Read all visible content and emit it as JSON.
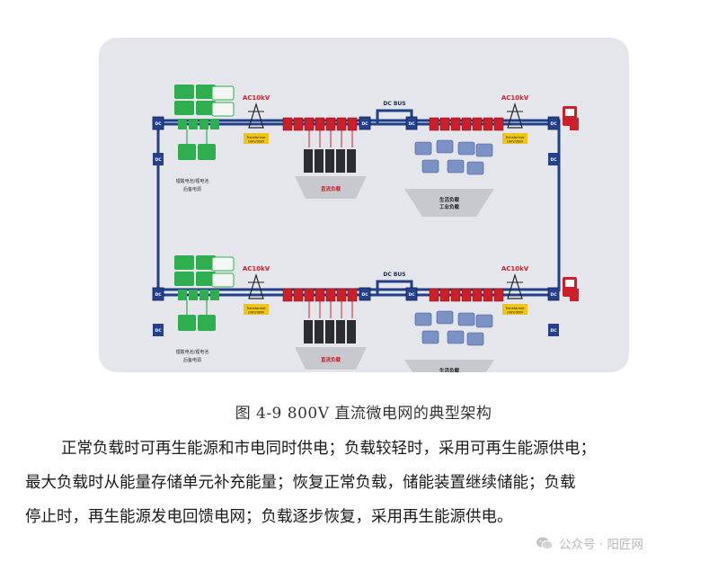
{
  "diagram": {
    "ac_label": "AC10kV",
    "dc_bus_label": "DC BUS",
    "dc_box_label": "DC",
    "transformer_label": "Transformer",
    "transformer_sub": "10KV/380V",
    "storage_label_line1": "锂酸电池/锂电池",
    "storage_label_line2": "后备电源",
    "datacenter_label": "直流负载",
    "industrial_label_line1": "生活负载",
    "industrial_label_line2": "工业负载"
  },
  "caption": "图 4-9 800V 直流微电网的典型架构",
  "paragraph": {
    "line1": "正常负载时可再生能源和市电同时供电；负载较轻时，采用可再生能源供电；",
    "line2": "最大负载时从能量存储单元补充能量；恢复正常负载，储能装置继续储能；负载",
    "line3": "停止时，再生能源发电回馈电网；负载逐步恢复，采用再生能源供电。"
  },
  "watermark": {
    "text": "公众号 · 阳匠网"
  },
  "colors": {
    "bus": "#1f3f86",
    "converter": "#cc1f2a",
    "green_module": "#2fae4f",
    "panel": "#e4e6eb",
    "transformer_bar": "#f0c419"
  }
}
